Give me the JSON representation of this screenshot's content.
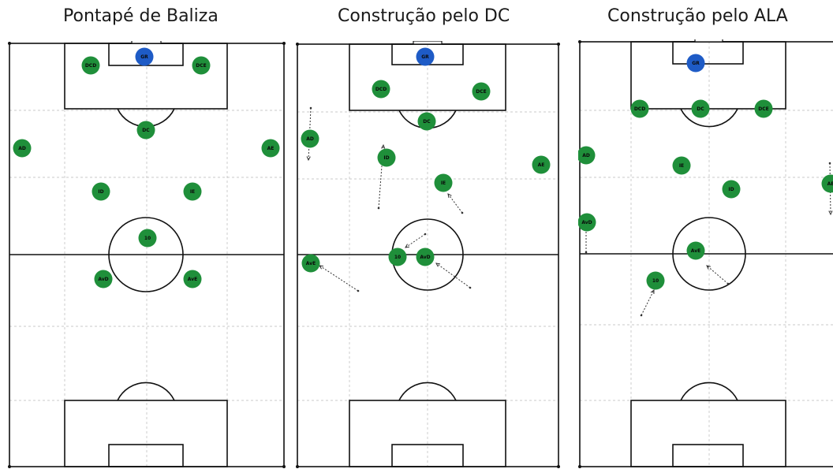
{
  "colors": {
    "outfield": "#1f8f3a",
    "goalkeeper": "#1e5bc6",
    "lines": "#111111",
    "grid": "#b8b8b8"
  },
  "panels": [
    {
      "title": "Pontapé de Baliza",
      "players": [
        {
          "label": "GR",
          "role": "goalkeeper"
        },
        {
          "label": "DCD",
          "role": "outfield"
        },
        {
          "label": "DCE",
          "role": "outfield"
        },
        {
          "label": "DC",
          "role": "outfield"
        },
        {
          "label": "AD",
          "role": "outfield"
        },
        {
          "label": "AE",
          "role": "outfield"
        },
        {
          "label": "ID",
          "role": "outfield"
        },
        {
          "label": "IE",
          "role": "outfield"
        },
        {
          "label": "10",
          "role": "outfield"
        },
        {
          "label": "AvD",
          "role": "outfield"
        },
        {
          "label": "AvE",
          "role": "outfield"
        }
      ]
    },
    {
      "title": "Construção pelo DC",
      "players": [
        {
          "label": "GR",
          "role": "goalkeeper"
        },
        {
          "label": "DCD",
          "role": "outfield"
        },
        {
          "label": "DCE",
          "role": "outfield"
        },
        {
          "label": "DC",
          "role": "outfield"
        },
        {
          "label": "AD",
          "role": "outfield"
        },
        {
          "label": "AE",
          "role": "outfield"
        },
        {
          "label": "ID",
          "role": "outfield"
        },
        {
          "label": "IE",
          "role": "outfield"
        },
        {
          "label": "10",
          "role": "outfield"
        },
        {
          "label": "AvD",
          "role": "outfield"
        },
        {
          "label": "AvE",
          "role": "outfield"
        }
      ]
    },
    {
      "title": "Construção pelo ALA",
      "players": [
        {
          "label": "GR",
          "role": "goalkeeper"
        },
        {
          "label": "DCD",
          "role": "outfield"
        },
        {
          "label": "DC",
          "role": "outfield"
        },
        {
          "label": "DCE",
          "role": "outfield"
        },
        {
          "label": "AD",
          "role": "outfield"
        },
        {
          "label": "IE",
          "role": "outfield"
        },
        {
          "label": "ID",
          "role": "outfield"
        },
        {
          "label": "AvD",
          "role": "outfield"
        },
        {
          "label": "AvE",
          "role": "outfield"
        },
        {
          "label": "10",
          "role": "outfield"
        },
        {
          "label": "AE",
          "role": "outfield"
        }
      ]
    }
  ]
}
